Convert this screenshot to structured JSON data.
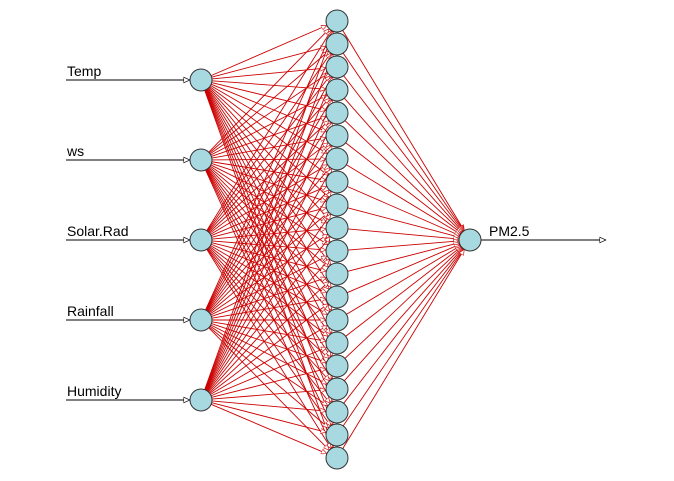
{
  "network": {
    "inputs": [
      "Temp",
      "ws",
      "Solar.Rad",
      "Rainfall",
      "Humidity"
    ],
    "hidden_count": 20,
    "output": "PM2.5",
    "colors": {
      "node_fill": "#a8d8e0",
      "node_stroke": "#333333",
      "connection": "#cc0000",
      "io_line": "#000000"
    }
  }
}
